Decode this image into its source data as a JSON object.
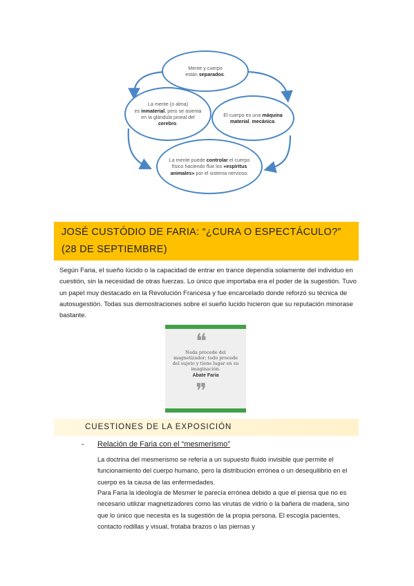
{
  "diagram": {
    "top_pre": "Mente y cuerpo",
    "top_mid": "están ",
    "top_bold": "separados",
    "top_post": ".",
    "left_pre": "La mente (o alma)",
    "left_mid": "es ",
    "left_bold1": "inmaterial",
    "left_mid2": ", pero se asienta en la glándula pineal del ",
    "left_bold2": "cerebro",
    "left_post": ".",
    "right_pre": "El cuerpo es una ",
    "right_bold1": "máquina material",
    "right_mid": ", ",
    "right_bold2": "mecánica",
    "right_post": ".",
    "bottom_pre": "La mente puede ",
    "bottom_bold1": "controlar",
    "bottom_mid": " el cuerpo físico haciendo fluir los ",
    "bottom_bold2": "«espíritus animales»",
    "bottom_post": " por el sistema nervioso."
  },
  "heading": {
    "line1": "JOSÉ CUSTÓDIO DE FARIA: “¿CURA O ESPECTÁCULO?”",
    "line2": "(28 DE SEPTIEMBRE)"
  },
  "paragraph": "Según Faria, el sueño lúcido o la capacidad de entrar en trance dependía solamente del individuo en cuestión, sin la necesidad de otras fuerzas. Lo único que importaba era el poder de la sugestión. Tuvo un papel muy destacado en la Revolución Francesa y fue encarcelado donde reforzó su técnica de autosugestión. Todas sus demostraciones sobre el sueño lucido hicieron que su reputación minorase bastante.",
  "quote": {
    "open": "❝",
    "text": "Nada procede del magnetizador; todo procede del sujeto y tiene lugar en su imaginación.",
    "author": "Abate Faria",
    "close": "❞",
    "accent_color": "#43a047"
  },
  "section": {
    "title": "CUESTIONES DE LA EXPOSICIÓN"
  },
  "item": {
    "bullet": "-",
    "title": "Relación de Faria con el “mesmerismo”",
    "body1": "La doctrina del mesmerismo se refería a un supuesto fluido invisible que permite el funcionamiento del cuerpo humano, pero la distribución errónea o un desequilibrio en el cuerpo es la causa de las enfermedades.",
    "body2": "Para Faria la ideología de Mesmer le parecía errónea debido a que el piensa que no es necesario utilizar magnetizadores como las virutas de vidrio o la bañera de madera, sino que lo único que necesita es la sugestión de la propia persona. El escogía pacientes, contacto rodillas y visual, frotaba brazos o las piernas y"
  },
  "colors": {
    "heading_band": "#ffc000",
    "diagram_blue": "#4a86c4"
  }
}
